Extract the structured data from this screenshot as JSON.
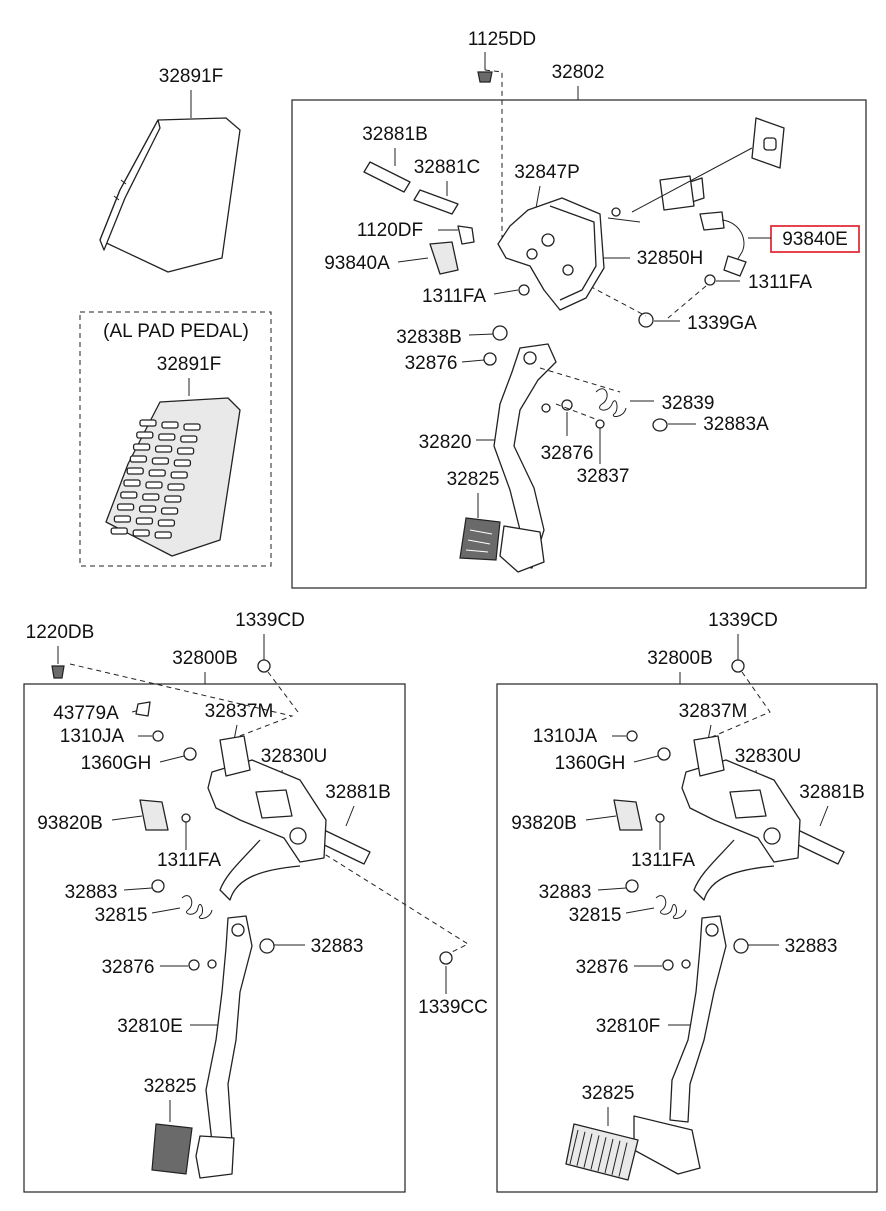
{
  "diagram": {
    "highlight_color": "#e0303a",
    "top_left": {
      "pad_label": "32891F",
      "al_pad_title": "(AL PAD PEDAL)",
      "al_pad_label": "32891F"
    },
    "top_assembly": {
      "bolt_label": "1125DD",
      "assembly_label": "32802",
      "labels": {
        "p32881B": "32881B",
        "p32881C": "32881C",
        "p32847P": "32847P",
        "p1120DF": "1120DF",
        "p93840A": "93840A",
        "p1311FA_a": "1311FA",
        "p32838B": "32838B",
        "p32876_a": "32876",
        "p32820": "32820",
        "p32876_b": "32876",
        "p32825": "32825",
        "p32850H": "32850H",
        "p93840E": "93840E",
        "p1311FA_b": "1311FA",
        "p1339GA": "1339GA",
        "p32839": "32839",
        "p32883A": "32883A",
        "p32837": "32837"
      }
    },
    "bottom_left": {
      "labels": {
        "p1220DB": "1220DB",
        "p1339CD": "1339CD",
        "p32800B": "32800B",
        "p43779A": "43779A",
        "p32837M": "32837M",
        "p1310JA": "1310JA",
        "p32830U": "32830U",
        "p1360GH": "1360GH",
        "p32881B": "32881B",
        "p93820B": "93820B",
        "p1311FA": "1311FA",
        "p32883_a": "32883",
        "p32815": "32815",
        "p32883_b": "32883",
        "p32876": "32876",
        "p1339CC": "1339CC",
        "p32810E": "32810E",
        "p32825": "32825"
      }
    },
    "bottom_right": {
      "labels": {
        "p1339CD": "1339CD",
        "p32800B": "32800B",
        "p32837M": "32837M",
        "p1310JA": "1310JA",
        "p32830U": "32830U",
        "p1360GH": "1360GH",
        "p32881B": "32881B",
        "p93820B": "93820B",
        "p1311FA": "1311FA",
        "p32883_a": "32883",
        "p32815": "32815",
        "p32883_b": "32883",
        "p32876": "32876",
        "p32810F": "32810F",
        "p32825": "32825"
      }
    }
  }
}
